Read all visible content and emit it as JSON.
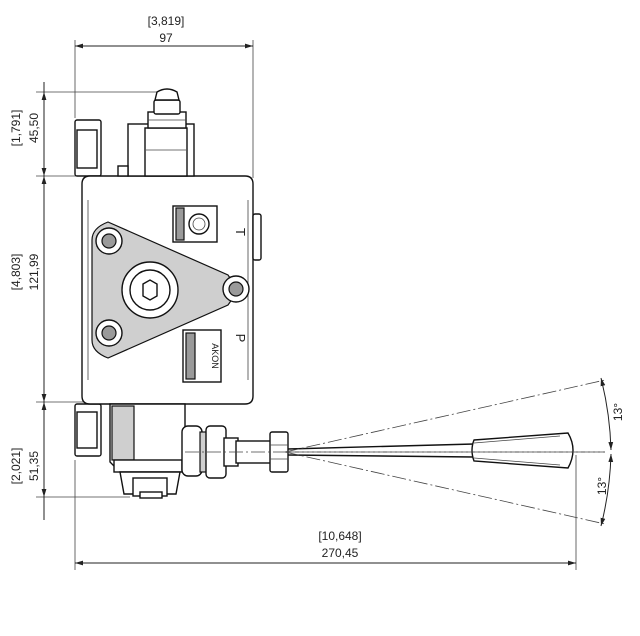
{
  "dimensions": {
    "width_inch": "[3,819]",
    "width_mm": "97",
    "top_inch": "[1,791]",
    "top_mm": "45,50",
    "middle_inch": "[4,803]",
    "middle_mm": "121,99",
    "bottom_inch": "[2,021]",
    "bottom_mm": "51,35",
    "total_inch": "[10,648]",
    "total_mm": "270,45",
    "angle_upper": "13°",
    "angle_lower": "13°"
  },
  "labels": {
    "port_t": "T",
    "port_p": "P",
    "brand": "AKON"
  }
}
